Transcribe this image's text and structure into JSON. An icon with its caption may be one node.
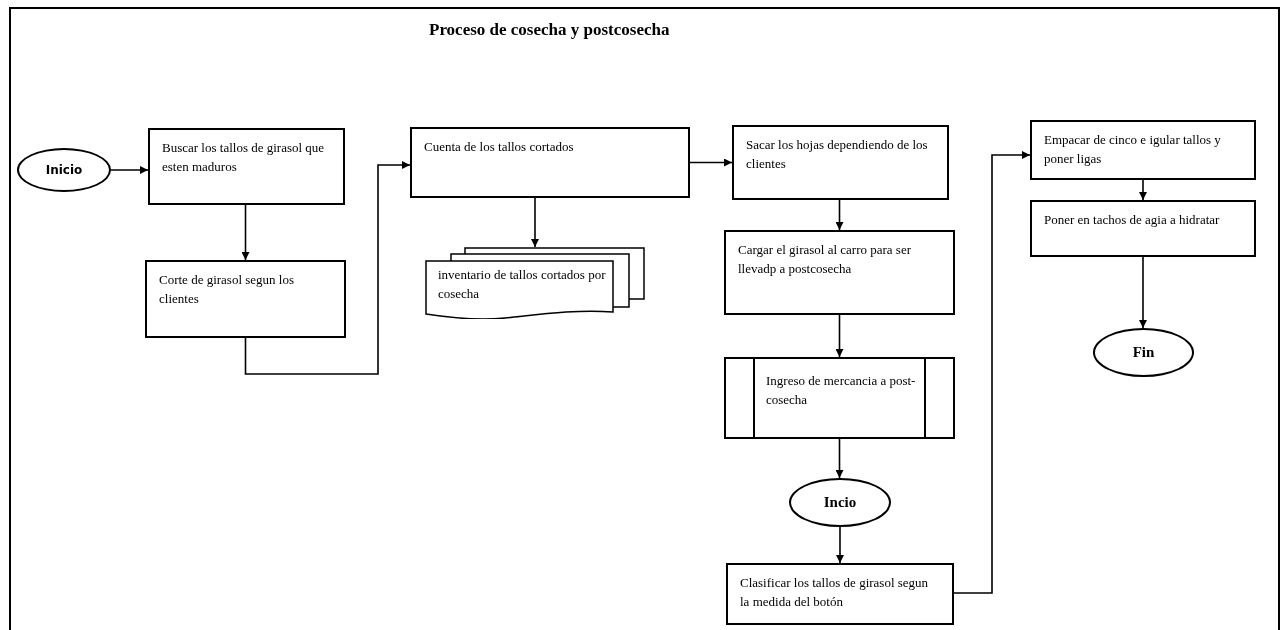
{
  "diagram": {
    "title": "Proceso de cosecha y postcosecha",
    "nodes": [
      {
        "text": [
          "Inicio"
        ]
      },
      {
        "text": [
          "Buscar los tallos de girasol que esten maduros"
        ]
      },
      {
        "text": [
          "Corte de girasol segun los clientes"
        ]
      },
      {
        "text": [
          "Cuenta de los tallos cortados"
        ]
      },
      {
        "text": [
          "inventario de tallos cortados por cosecha"
        ]
      },
      {
        "text": [
          "Sacar los hojas dependiendo de los clientes"
        ]
      },
      {
        "text": [
          "Cargar el girasol al carro para ser llevadp a postcosecha"
        ]
      },
      {
        "text": [
          "Ingreso de mercancia a post- cosecha"
        ]
      },
      {
        "text": [
          "Incio"
        ]
      },
      {
        "text": [
          "Clasificar los tallos de girasol segun la medida del botón"
        ]
      },
      {
        "text": [
          "Empacar de cinco e igular tallos y poner ligas"
        ]
      },
      {
        "text": [
          "Poner en tachos de agia a hidratar"
        ]
      },
      {
        "text": [
          "Fin"
        ]
      }
    ],
    "edges": [
      {
        "from": 0,
        "to": 1,
        "arrow": "to"
      },
      {
        "from": 1,
        "to": 2,
        "arrow": "to"
      },
      {
        "from": 2,
        "to": 3,
        "arrow": "to"
      },
      {
        "from": 3,
        "to": 4,
        "arrow": "to"
      },
      {
        "from": 3,
        "to": 5,
        "arrow": "to"
      },
      {
        "from": 5,
        "to": 6,
        "arrow": "to"
      },
      {
        "from": 6,
        "to": 7,
        "arrow": "to"
      },
      {
        "from": 7,
        "to": 8,
        "arrow": "to"
      },
      {
        "from": 8,
        "to": 9,
        "arrow": "to"
      },
      {
        "from": 9,
        "to": 10,
        "arrow": "to"
      },
      {
        "from": 10,
        "to": 11,
        "arrow": "to"
      },
      {
        "from": 11,
        "to": 12,
        "arrow": "to"
      }
    ]
  }
}
